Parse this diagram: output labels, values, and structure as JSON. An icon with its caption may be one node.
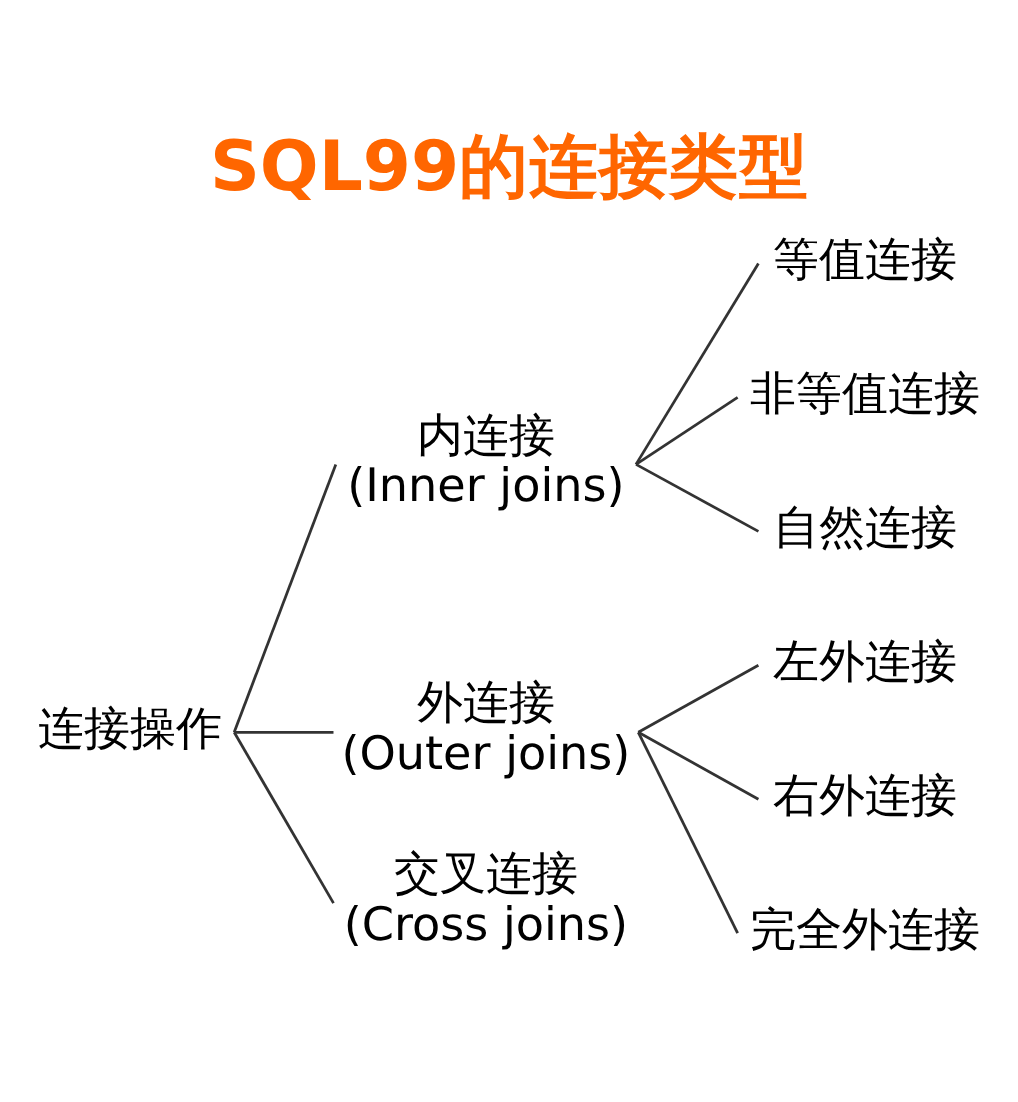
{
  "diagram": {
    "title": "SQL99的连接类型",
    "nodes": [
      {
        "text": [
          "连接操作"
        ]
      },
      {
        "text": [
          "内连接",
          "(Inner joins)"
        ]
      },
      {
        "text": [
          "外连接",
          "(Outer joins)"
        ]
      },
      {
        "text": [
          "交叉连接",
          "(Cross joins)"
        ]
      },
      {
        "text": [
          "等值连接"
        ]
      },
      {
        "text": [
          "非等值连接"
        ]
      },
      {
        "text": [
          "自然连接"
        ]
      },
      {
        "text": [
          "左外连接"
        ]
      },
      {
        "text": [
          "右外连接"
        ]
      },
      {
        "text": [
          "完全外连接"
        ]
      }
    ],
    "edges": [
      {
        "from": 0,
        "to": 1,
        "arrow": "none"
      },
      {
        "from": 0,
        "to": 2,
        "arrow": "none"
      },
      {
        "from": 0,
        "to": 3,
        "arrow": "none"
      },
      {
        "from": 1,
        "to": 4,
        "arrow": "none"
      },
      {
        "from": 1,
        "to": 5,
        "arrow": "none"
      },
      {
        "from": 1,
        "to": 6,
        "arrow": "none"
      },
      {
        "from": 2,
        "to": 7,
        "arrow": "none"
      },
      {
        "from": 2,
        "to": 8,
        "arrow": "none"
      },
      {
        "from": 2,
        "to": 9,
        "arrow": "none"
      }
    ]
  }
}
